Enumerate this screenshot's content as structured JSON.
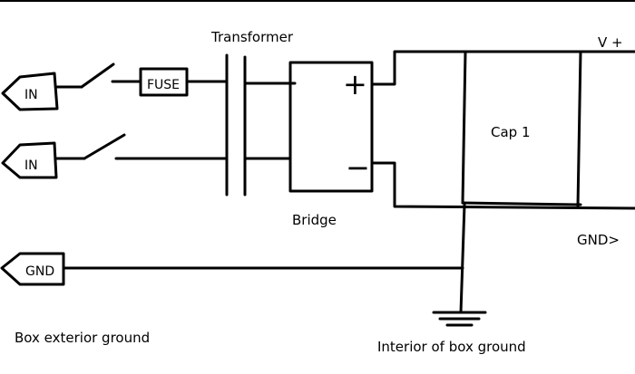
{
  "labels": {
    "in_top": "IN",
    "in_bottom": "IN",
    "fuse": "FUSE",
    "transformer": "Transformer",
    "plus": "+",
    "minus": "−",
    "bridge": "Bridge",
    "cap": "Cap 1",
    "vplus": "V +",
    "gnd_out": "GND>",
    "gnd_in": "GND",
    "box_exterior": "Box exterior ground",
    "interior": "Interior of box ground"
  }
}
